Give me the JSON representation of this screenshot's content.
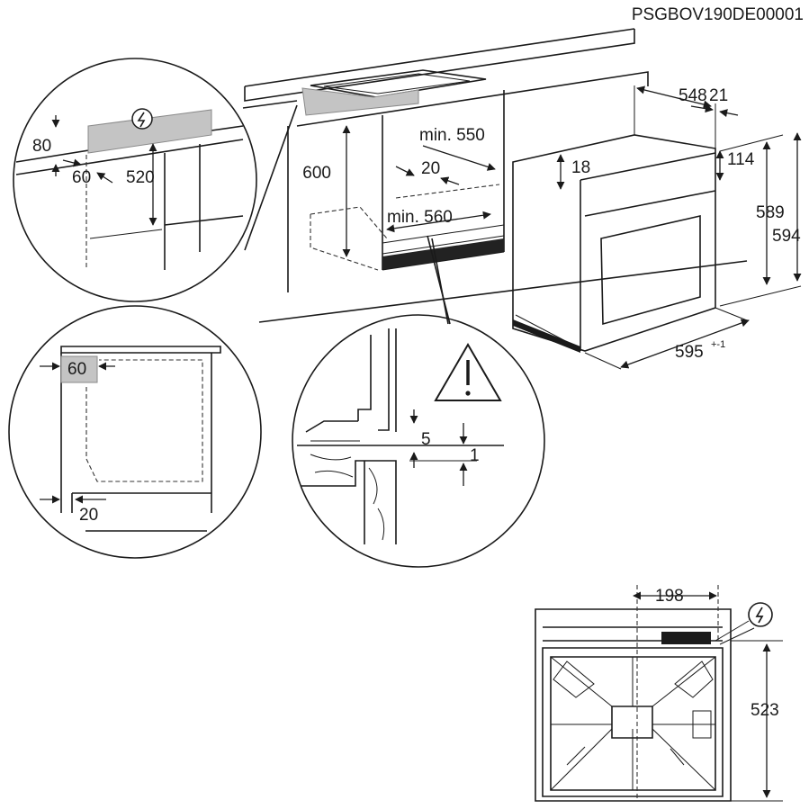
{
  "document_code": "PSGBOV190DE00001",
  "detail_top_left": {
    "d1": "80",
    "d2": "60",
    "d3": "520"
  },
  "niche": {
    "height": "600",
    "depth": "min. 550",
    "gap": "20",
    "width": "min. 560"
  },
  "oven": {
    "depth": "548",
    "front": "21",
    "top_offset": "18",
    "panel": "114",
    "h1": "589",
    "h2": "594",
    "width": "595",
    "width_tol": "+-1"
  },
  "detail_mid_left": {
    "d1": "60",
    "d2": "20"
  },
  "detail_mid_center": {
    "d1": "5",
    "d2": "1"
  },
  "back_view": {
    "width": "198",
    "height": "523"
  },
  "icons": [
    "electric-connection-icon",
    "warning-triangle-icon"
  ],
  "colors": {
    "line": "#1a1a1a",
    "hatch": "#c4c4c4"
  }
}
